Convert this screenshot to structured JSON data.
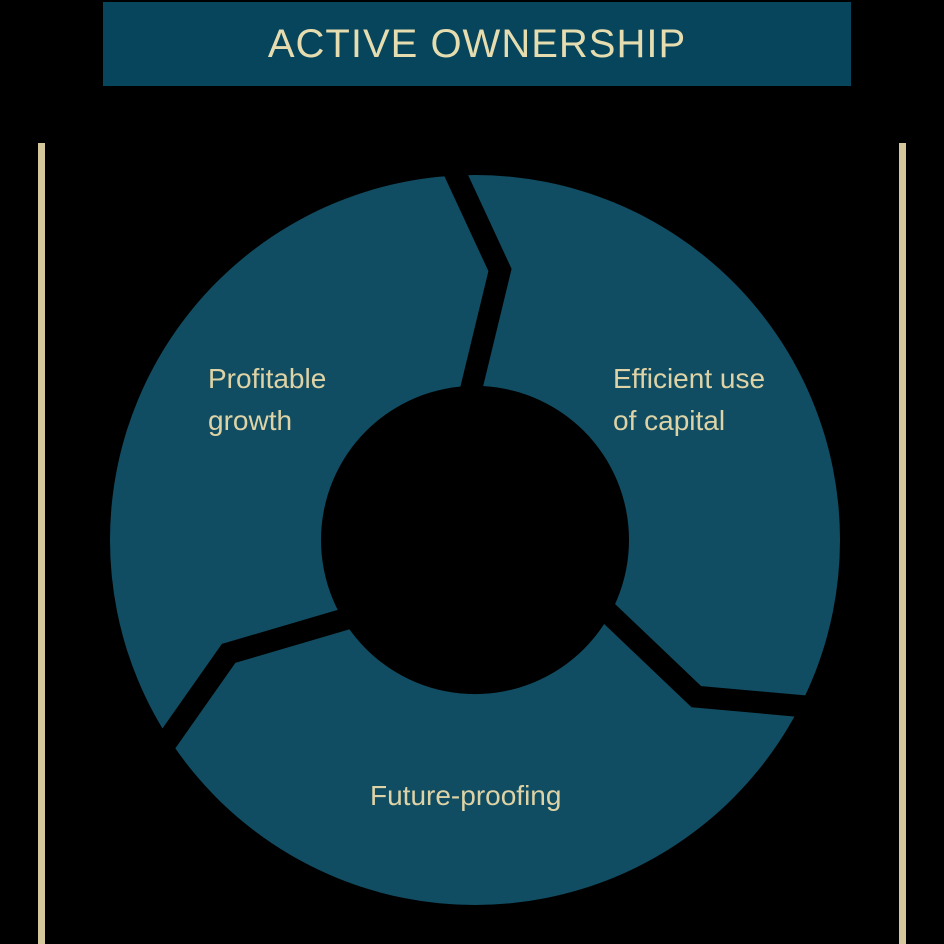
{
  "title": "ACTIVE OWNERSHIP",
  "diagram": {
    "type": "cycle",
    "direction": "clockwise",
    "segments": [
      {
        "label": "Profitable growth",
        "position": "left"
      },
      {
        "label": "Efficient use of capital",
        "position": "right"
      },
      {
        "label": "Future-proofing",
        "position": "bottom"
      }
    ]
  },
  "colors": {
    "background": "#000000",
    "header_fill": "#06455c",
    "ring_fill": "#114d62",
    "title_text": "#e5dcb0",
    "label_text": "#ddd3a6",
    "border_line": "#d3c79b"
  }
}
